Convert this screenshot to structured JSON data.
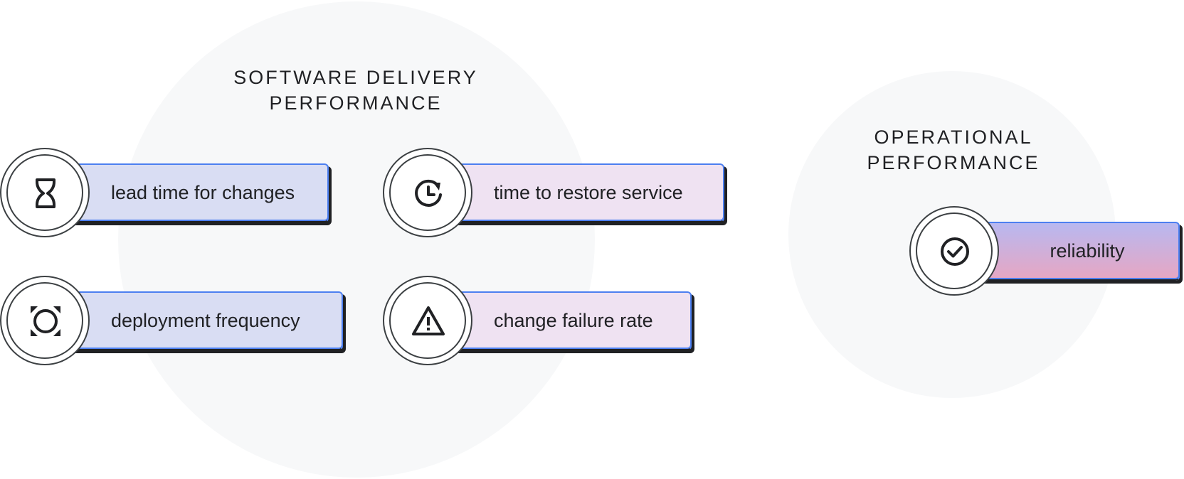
{
  "groups": {
    "software_delivery": {
      "title_line1": "SOFTWARE DELIVERY",
      "title_line2": "PERFORMANCE",
      "metrics": [
        {
          "label": "lead time for changes",
          "icon": "hourglass-icon"
        },
        {
          "label": "time to restore service",
          "icon": "restore-clock-icon"
        },
        {
          "label": "deployment frequency",
          "icon": "deployment-icon"
        },
        {
          "label": "change failure rate",
          "icon": "warning-icon"
        }
      ]
    },
    "operational": {
      "title_line1": "OPERATIONAL",
      "title_line2": "PERFORMANCE",
      "metrics": [
        {
          "label": "reliability",
          "icon": "check-circle-icon"
        }
      ]
    }
  },
  "colors": {
    "blue_pill": "#d9ddf3",
    "pink_pill": "#efe2f2",
    "gradient_top": "#b8b8f0",
    "gradient_bottom": "#e7a6c2",
    "accent_border": "#4c7ff0",
    "background_circle": "#f7f8f9"
  }
}
